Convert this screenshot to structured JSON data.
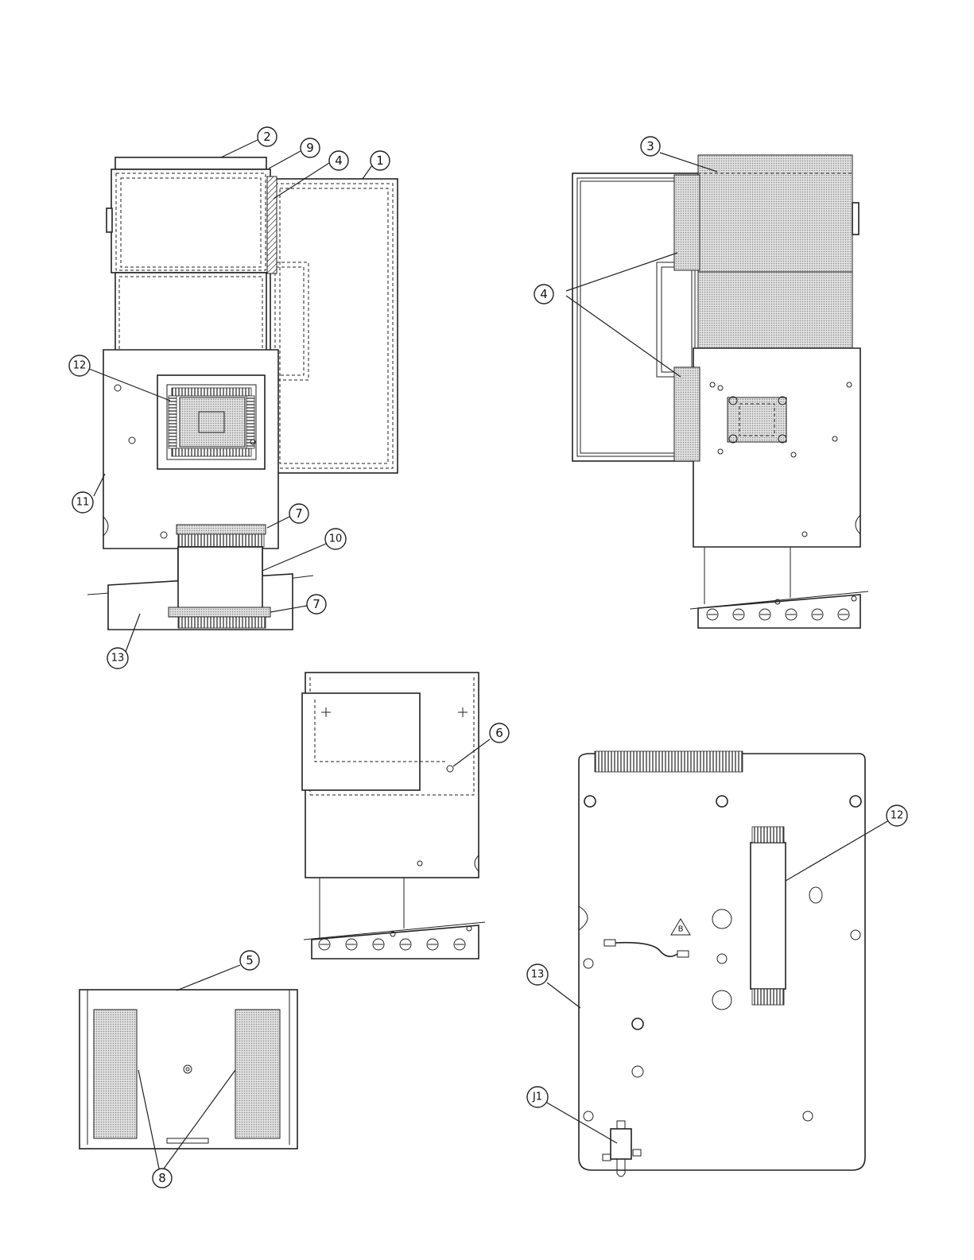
{
  "callouts": [
    {
      "id": "c-2-top",
      "label": "2"
    },
    {
      "id": "c-9",
      "label": "9"
    },
    {
      "id": "c-4-left",
      "label": "4"
    },
    {
      "id": "c-1",
      "label": "1"
    },
    {
      "id": "c-12-left",
      "label": "12"
    },
    {
      "id": "c-11",
      "label": "11"
    },
    {
      "id": "c-7-upper",
      "label": "7"
    },
    {
      "id": "c-10",
      "label": "10"
    },
    {
      "id": "c-7-lower",
      "label": "7"
    },
    {
      "id": "c-13-left",
      "label": "13"
    },
    {
      "id": "c-3",
      "label": "3"
    },
    {
      "id": "c-4-right",
      "label": "4"
    },
    {
      "id": "c-6",
      "label": "6"
    },
    {
      "id": "c-5",
      "label": "5"
    },
    {
      "id": "c-8",
      "label": "8"
    },
    {
      "id": "c-12-right",
      "label": "12"
    },
    {
      "id": "c-13-right",
      "label": "13"
    },
    {
      "id": "c-j1",
      "label": "J1"
    }
  ],
  "warning_mark": "B",
  "colors": {
    "ink": "#222222",
    "paper": "#ffffff",
    "shade": "#bdbdbd"
  }
}
